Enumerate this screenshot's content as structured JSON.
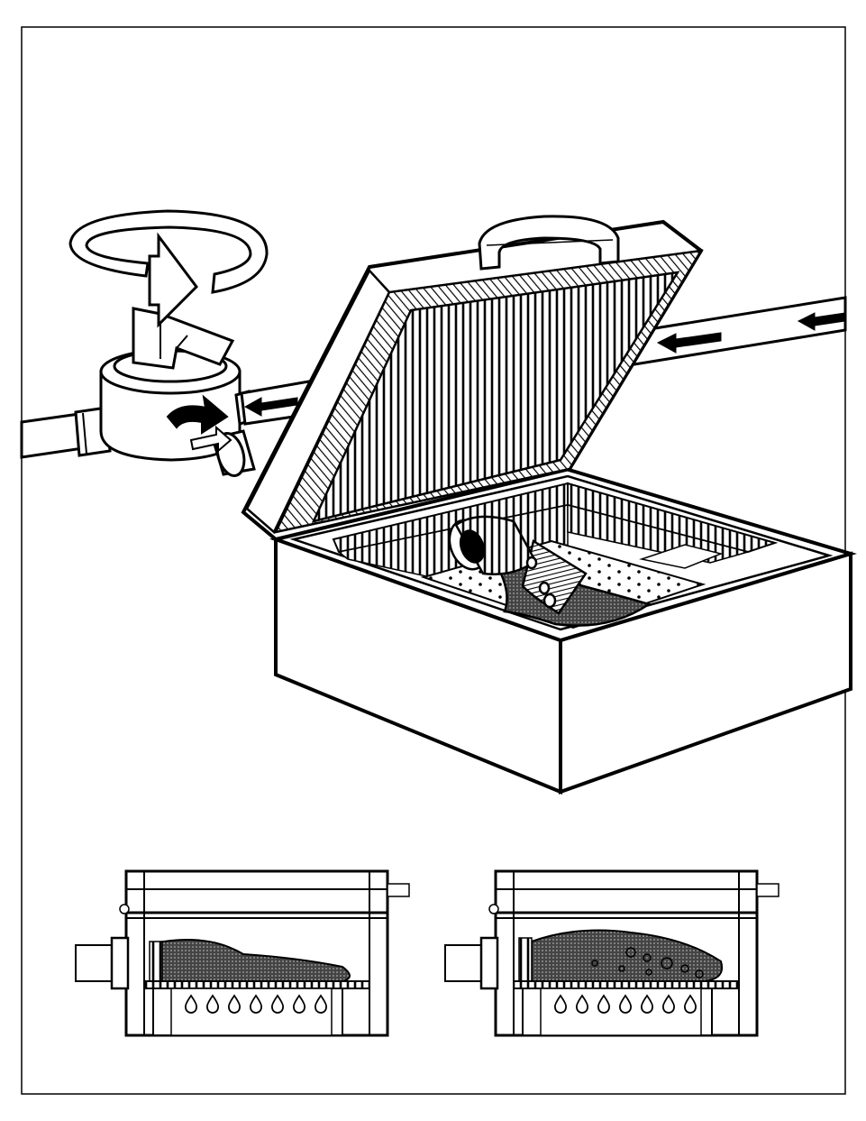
{
  "figure": {
    "kind": "line-art instructional illustration",
    "ink_color": "#000000",
    "paper_color": "#ffffff",
    "printed_text": []
  },
  "parts": {
    "valve": {
      "icon": "rotate-arrow-icon",
      "flow_arrows": 2
    },
    "main_box": {
      "lid": "open",
      "contents": "filter-bag"
    },
    "inlet_pipe": {
      "flow_arrows": 2
    },
    "cross_sections": [
      {
        "id": "left",
        "bag_state": "flat",
        "drops": 7
      },
      {
        "id": "right",
        "bag_state": "full-with-debris",
        "drops": 7
      }
    ]
  }
}
